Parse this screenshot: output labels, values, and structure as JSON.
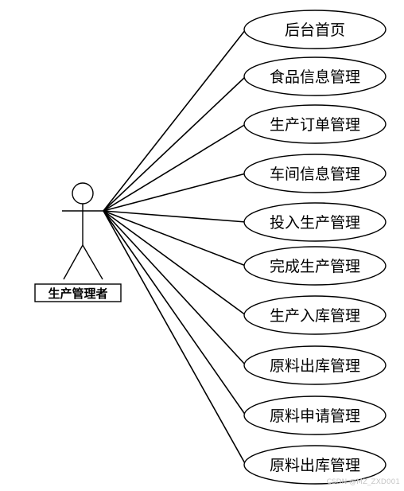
{
  "actor": {
    "name": "生产管理者"
  },
  "use_cases": [
    {
      "label": "后台首页"
    },
    {
      "label": "食品信息管理"
    },
    {
      "label": "生产订单管理"
    },
    {
      "label": "车间信息管理"
    },
    {
      "label": "投入生产管理"
    },
    {
      "label": "完成生产管理"
    },
    {
      "label": "生产入库管理"
    },
    {
      "label": "原料出库管理"
    },
    {
      "label": "原料申请管理"
    },
    {
      "label": "原料出库管理"
    }
  ],
  "watermark": "CSDN @MZ_ZXD001",
  "colors": {
    "line": "#000000",
    "background": "#ffffff",
    "watermark": "#c8c8c8"
  }
}
